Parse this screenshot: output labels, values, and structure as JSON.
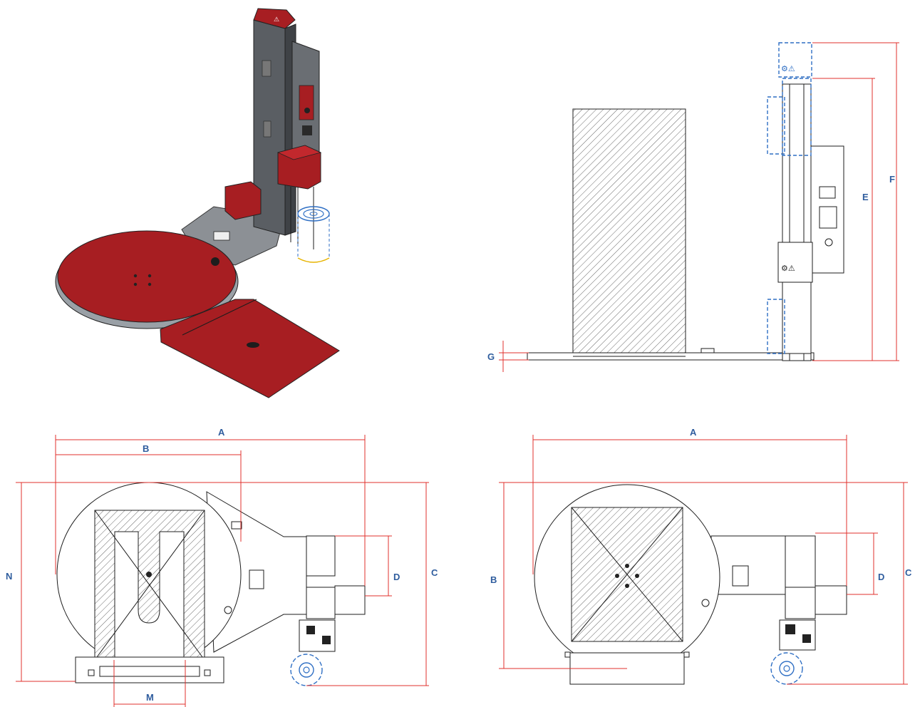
{
  "dimension_labels": {
    "side_view": {
      "G": "G",
      "E": "E",
      "F": "F"
    },
    "top_view_left": {
      "A": "A",
      "B": "B",
      "C": "C",
      "D": "D",
      "N": "N",
      "M": "M"
    },
    "top_view_right": {
      "A": "A",
      "B": "B",
      "C": "C",
      "D": "D"
    }
  },
  "colors": {
    "machine_red": "#a71e22",
    "column_grey": "#5a5e63",
    "dimension_line": "#e0302c",
    "dimension_text": "#2f5d9e",
    "ghost_blue": "#2f6fc4"
  }
}
